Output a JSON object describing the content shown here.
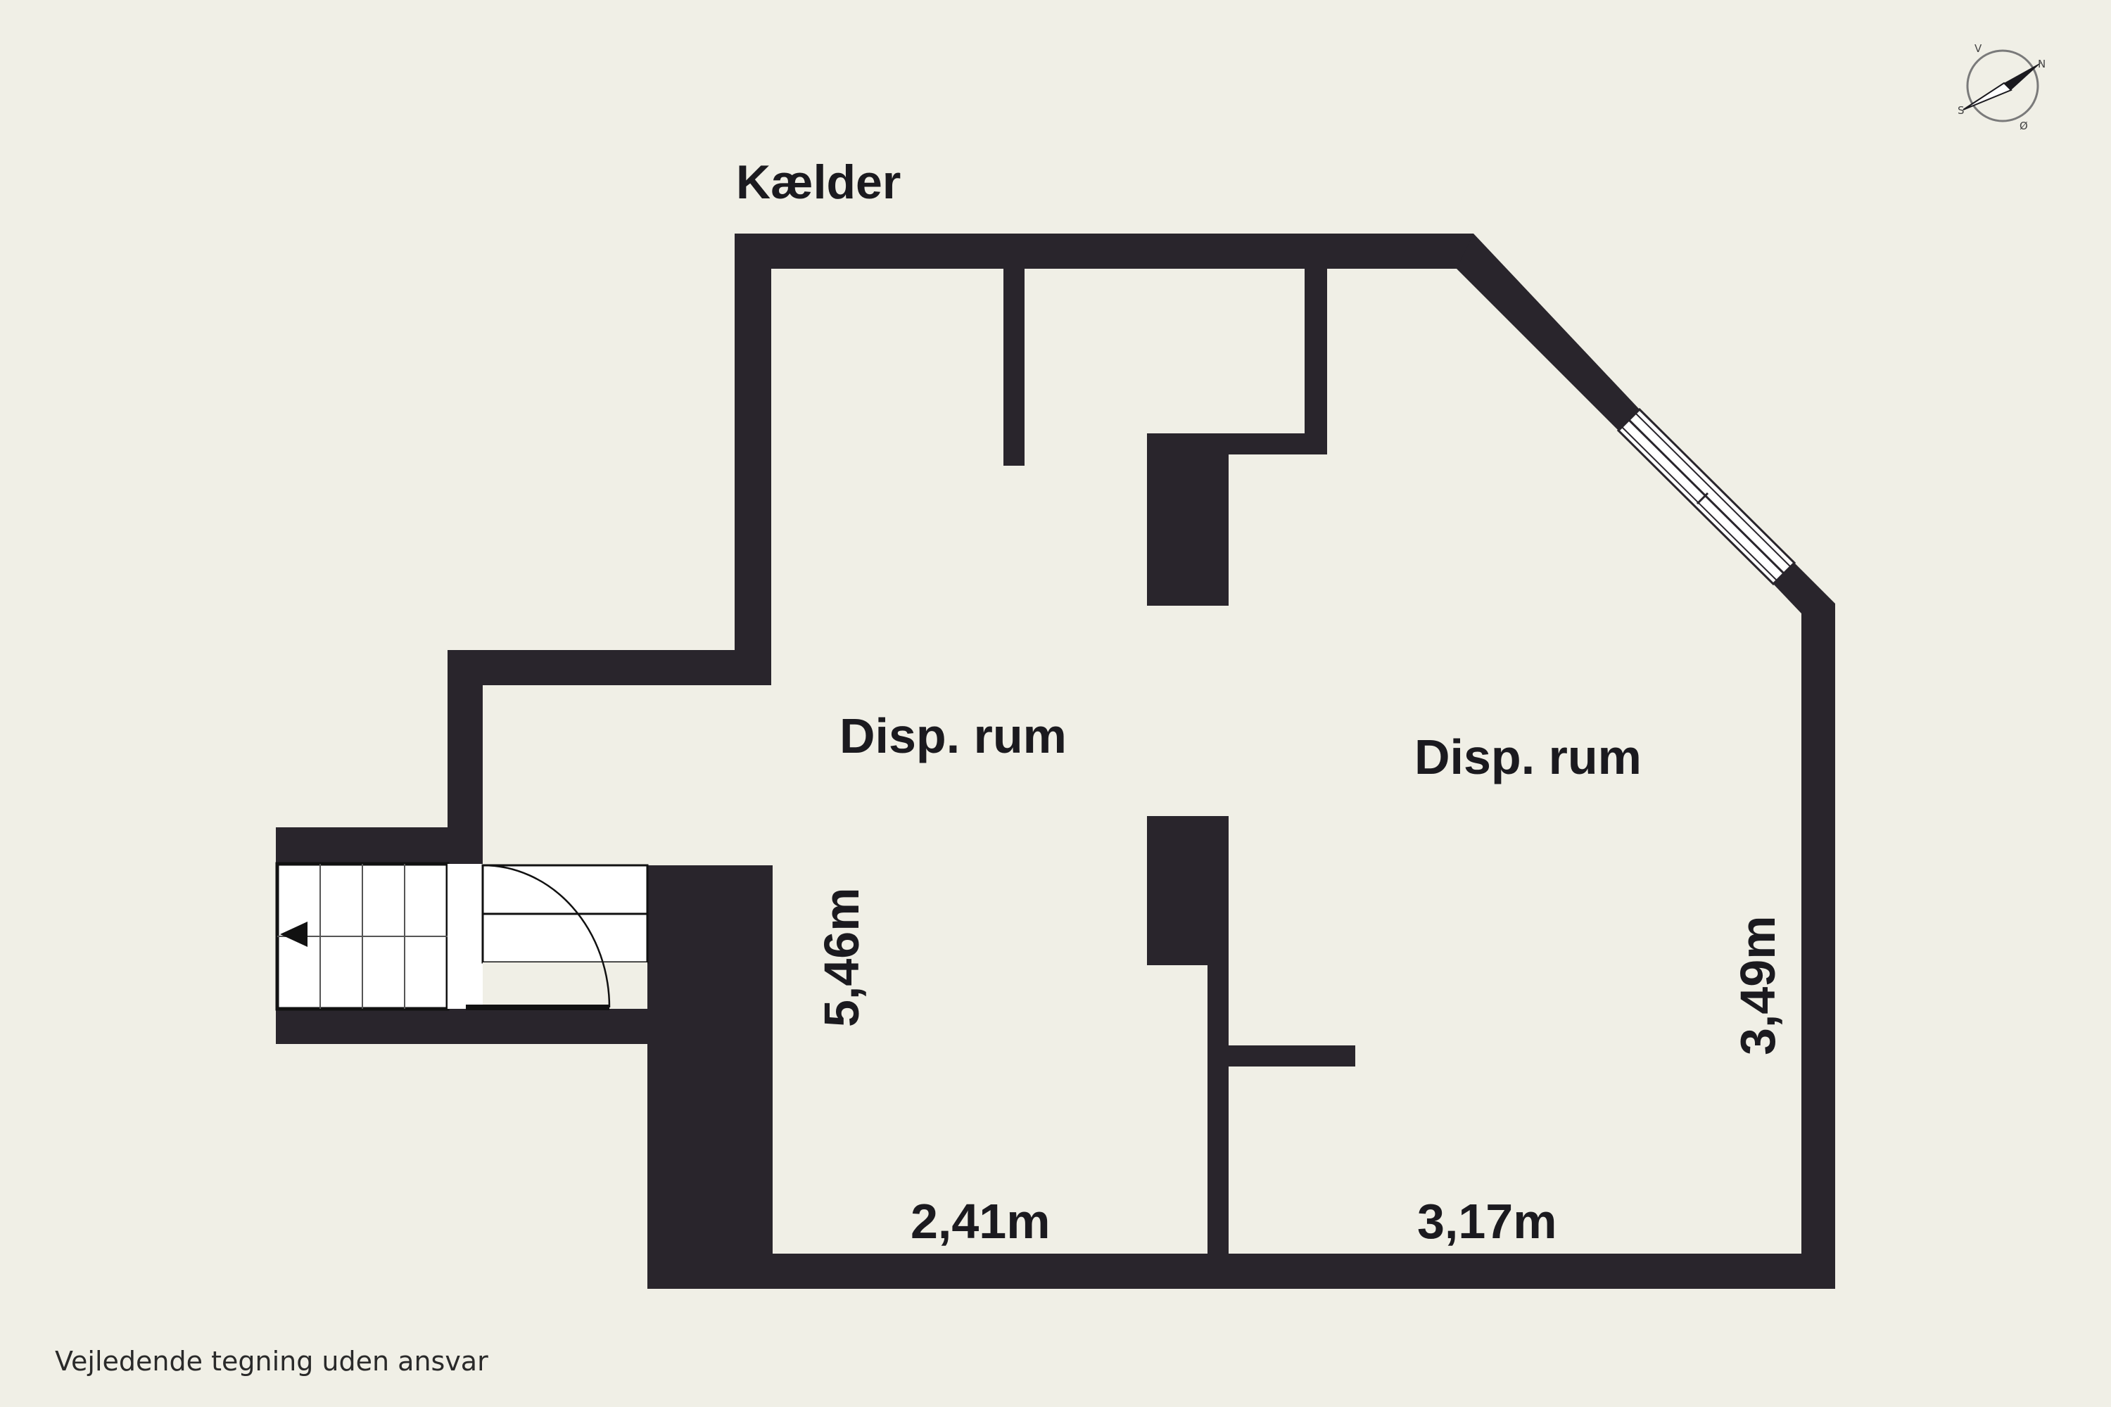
{
  "floor": {
    "title": "Kælder"
  },
  "rooms": [
    {
      "name": "Disp. rum"
    },
    {
      "name": "Disp. rum"
    }
  ],
  "dimensions": {
    "left_room_height": "5,46m",
    "left_room_width": "2,41m",
    "right_room_width": "3,17m",
    "right_room_height": "3,49m"
  },
  "footer": {
    "disclaimer": "Vejledende tegning uden ansvar"
  },
  "compass": {
    "n": "N",
    "s": "S",
    "v": "V",
    "o": "Ø",
    "icon": "compass-icon"
  },
  "colors": {
    "wall": "#29252c",
    "background": "#f0efe6"
  }
}
